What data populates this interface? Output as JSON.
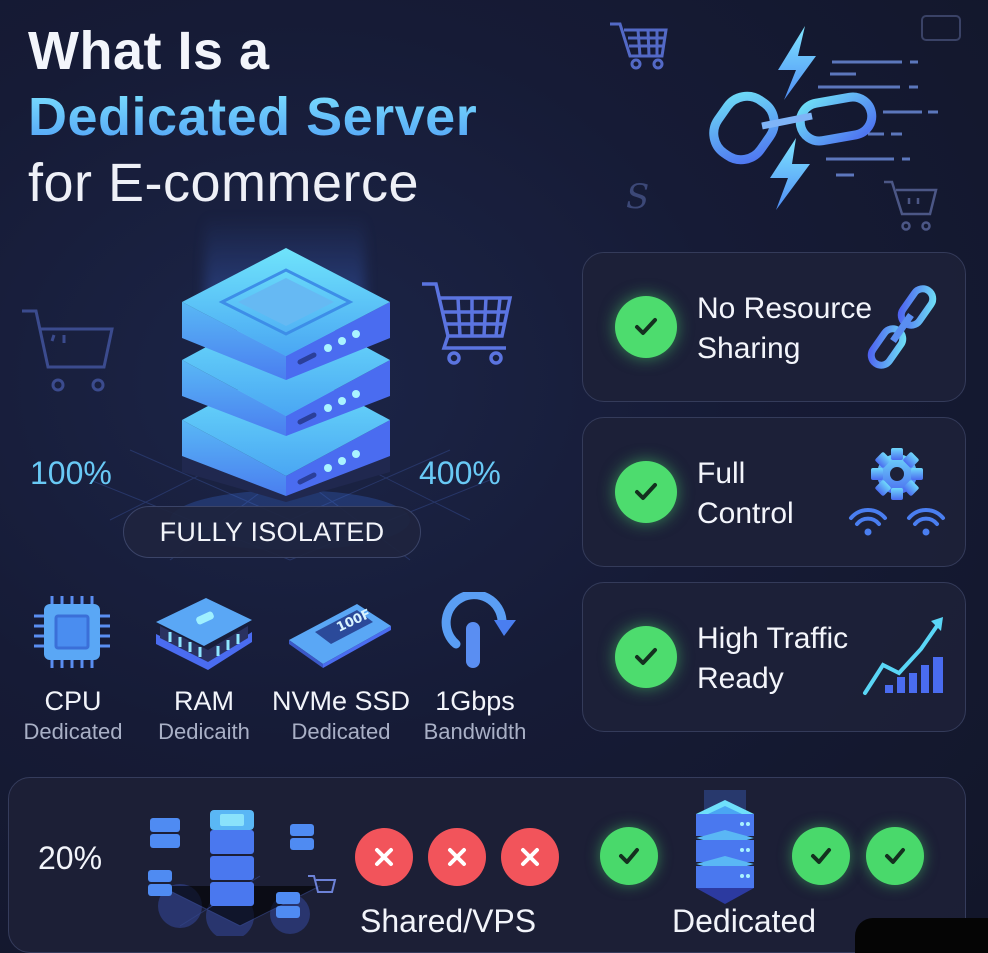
{
  "title": {
    "line1": "What Is a",
    "line2": "Dedicated Server",
    "line3": "for E-commerce"
  },
  "hero": {
    "stat_left": "100%",
    "stat_right": "400%",
    "badge": "FULLY ISOLATED"
  },
  "specs": [
    {
      "name": "CPU",
      "sub": "Dedicated",
      "icon": "cpu-chip-icon"
    },
    {
      "name": "RAM",
      "sub": "Dedicaith",
      "icon": "ram-module-icon"
    },
    {
      "name": "NVMe SSD",
      "sub": "Dedicated",
      "icon": "ssd-icon",
      "chip_label": "100F"
    },
    {
      "name": "1Gbps",
      "sub": "Bandwidth",
      "icon": "bandwidth-gauge-icon"
    }
  ],
  "features": [
    {
      "line1": "No Resource",
      "line2": "Sharing",
      "icon": "chain-link-icon"
    },
    {
      "line1": "Full",
      "line2": "Control",
      "icon": "gear-wifi-icon"
    },
    {
      "line1": "High Traffic",
      "line2": "Ready",
      "icon": "growth-chart-icon"
    }
  ],
  "comparison": {
    "stat": "20%",
    "shared_label": "Shared/VPS",
    "dedicated_label": "Dedicated"
  },
  "colors": {
    "background": "#161b36",
    "accent_blue": "#4f9cf5",
    "accent_cyan": "#69c9f5",
    "success_green": "#4ddc6e",
    "error_red": "#f2545b",
    "card_bg": "#1d2138"
  }
}
